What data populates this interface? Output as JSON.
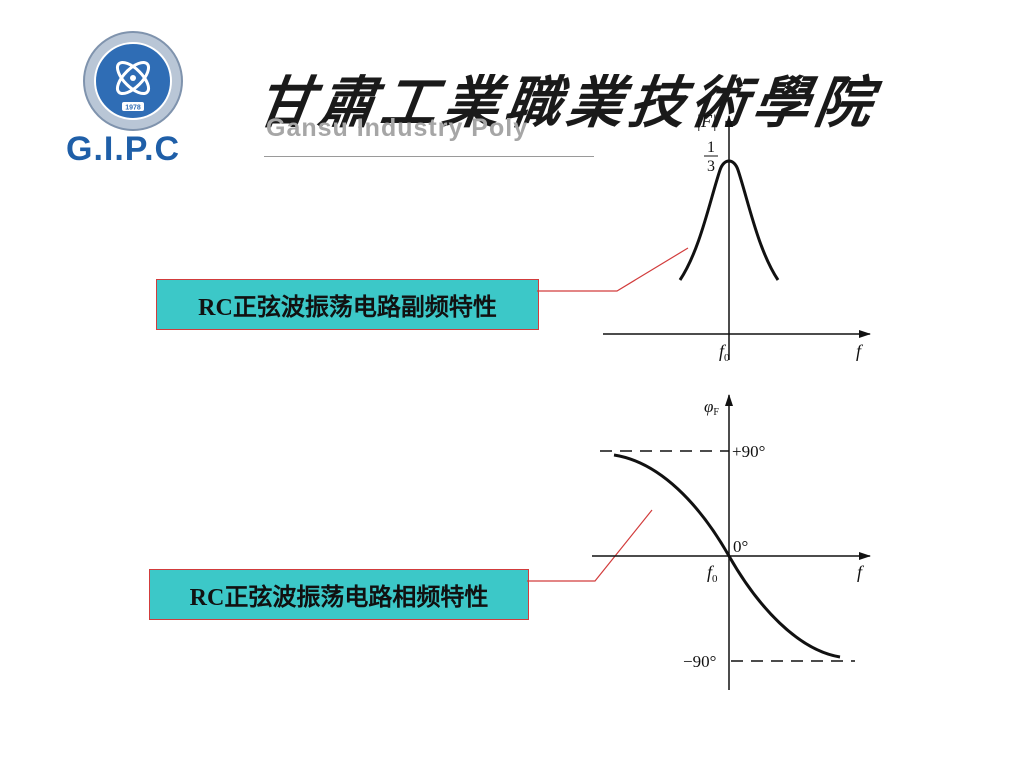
{
  "header": {
    "logo_abbrev": "G.I.P.C",
    "logo_year": "1978",
    "school_name_cn": "甘肅工業職業技術學院",
    "school_name_en": "Gansu Industry Poly"
  },
  "callouts": {
    "amplitude_label": "RC正弦波振荡电路副频特性",
    "phase_label": "RC正弦波振荡电路相频特性"
  },
  "amplitude_plot": {
    "y_axis_label": "|Ḟ|",
    "peak_numerator": "1",
    "peak_denominator": "3",
    "x_tick_label": "f",
    "x_tick_subscript": "0",
    "x_axis_label": "f"
  },
  "phase_plot": {
    "y_axis_label": "φ",
    "y_axis_subscript": "F",
    "top_label": "+90°",
    "zero_label": "0°",
    "bottom_label": "−90°",
    "x_tick_label": "f",
    "x_tick_subscript": "0",
    "x_axis_label": "f"
  },
  "colors": {
    "callout_fill": "#3cc8c8",
    "callout_border": "#d23c3c",
    "leader_line": "#d23c3c",
    "logo_blue": "#1f5fa8"
  }
}
